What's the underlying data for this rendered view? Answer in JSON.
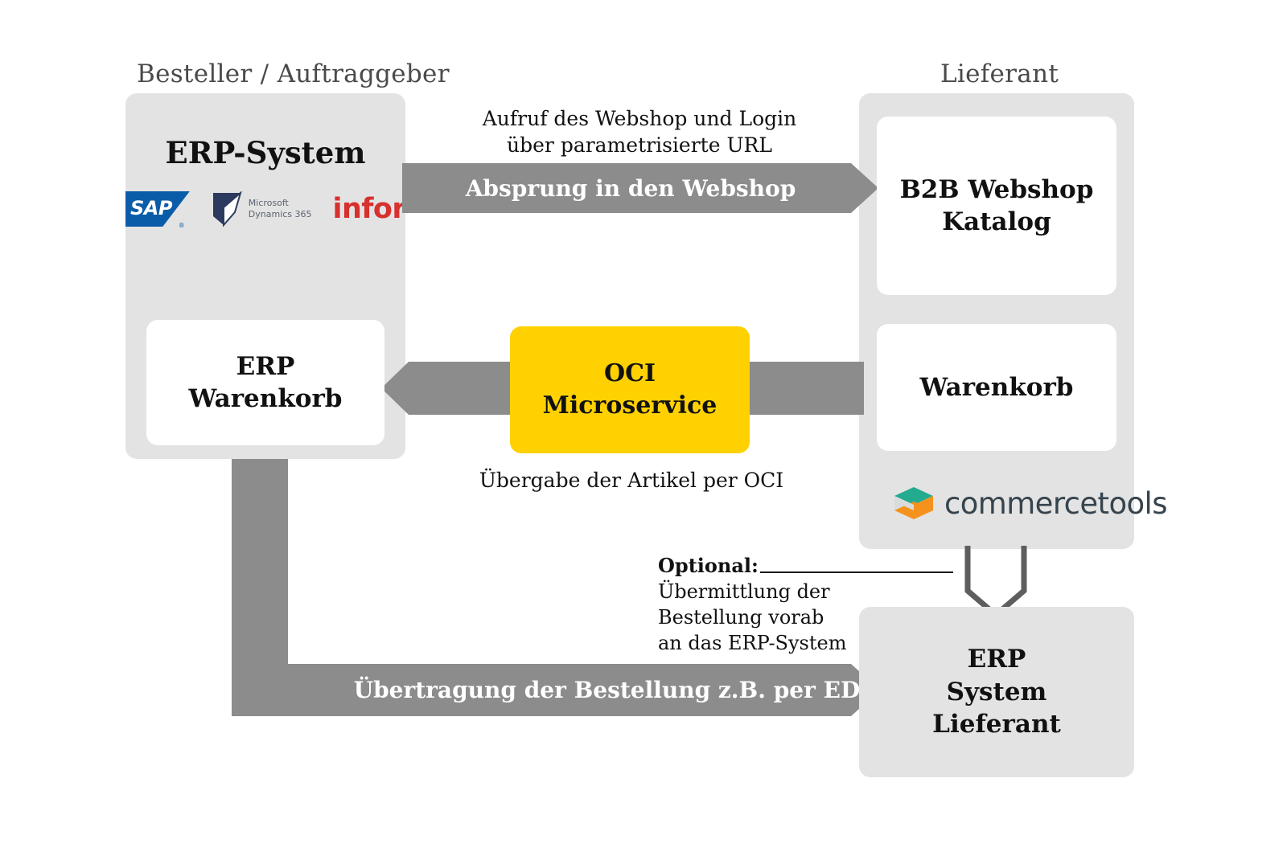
{
  "columns": {
    "left_heading": "Besteller / Auftraggeber",
    "right_heading": "Lieferant"
  },
  "left_panel": {
    "title": "ERP-System",
    "logos": [
      {
        "name": "sap-logo",
        "text": "SAP",
        "registered": "®",
        "color": "#0a5ca8"
      },
      {
        "name": "microsoft-dynamics-365-logo",
        "line1": "Microsoft",
        "line2": "Dynamics 365",
        "color": "#2b3a5e"
      },
      {
        "name": "infor-logo",
        "text": "infor",
        "color": "#d6312e"
      }
    ],
    "cart_card": {
      "line1": "ERP",
      "line2": "Warenkorb"
    }
  },
  "right_panel": {
    "webshop_card": {
      "line1": "B2B Webshop",
      "line2": "Katalog"
    },
    "cart_card": {
      "line1": "Warenkorb"
    },
    "vendor_logo": {
      "name": "commercetools-logo",
      "text": "commercetools",
      "top_color": "#23ab90",
      "side_color": "#d9dcdd",
      "front_color": "#f5921e",
      "word_color": "#36444d"
    }
  },
  "middle": {
    "oci_box": {
      "line1": "OCI",
      "line2": "Microservice",
      "color": "#FFD100"
    }
  },
  "arrows": {
    "absprung_label": "Absprung in den Webshop",
    "edi_label": "Übertragung der Bestellung z.B. per EDI",
    "arrow_color": "#8c8c8c",
    "optional_arrow_color": "#5e5e5e"
  },
  "captions": {
    "aufruf": "Aufruf des Webshop und Login\nüber parametrisierte URL",
    "uebergabe": "Übergabe der Artikel per OCI"
  },
  "optional_note": {
    "title": "Optional:",
    "body": "Übermittlung der\nBestellung vorab\nan das ERP-System"
  },
  "bottom_box": {
    "line1": "ERP",
    "line2": "System",
    "line3": "Lieferant"
  }
}
